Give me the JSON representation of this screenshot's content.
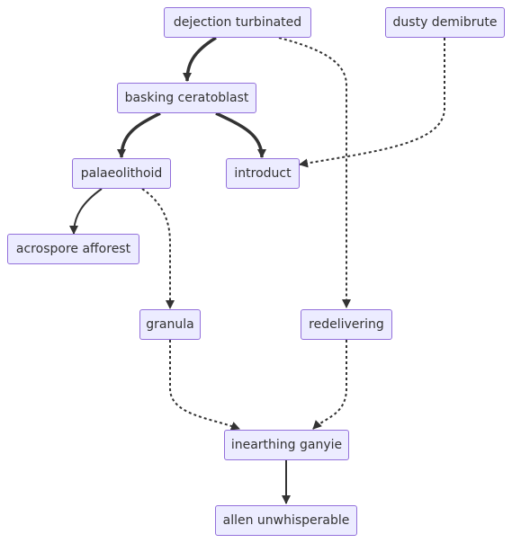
{
  "diagram": {
    "type": "flowchart",
    "colors": {
      "node_fill": "#ececff",
      "node_border": "#9370db",
      "edge": "#333333",
      "text": "#333333"
    },
    "nodes": [
      {
        "id": "dejection",
        "label": "dejection turbinated"
      },
      {
        "id": "dusty",
        "label": "dusty demibrute"
      },
      {
        "id": "basking",
        "label": "basking ceratoblast"
      },
      {
        "id": "palaeo",
        "label": "palaeolithoid"
      },
      {
        "id": "introduct",
        "label": "introduct"
      },
      {
        "id": "acrospore",
        "label": "acrospore afforest"
      },
      {
        "id": "granula",
        "label": "granula"
      },
      {
        "id": "redelivering",
        "label": "redelivering"
      },
      {
        "id": "inearthing",
        "label": "inearthing ganyie"
      },
      {
        "id": "allen",
        "label": "allen unwhisperable"
      }
    ],
    "edges": [
      {
        "from": "dejection",
        "to": "basking",
        "style": "thick"
      },
      {
        "from": "dejection",
        "to": "redelivering",
        "style": "dotted"
      },
      {
        "from": "dusty",
        "to": "introduct",
        "style": "dotted"
      },
      {
        "from": "basking",
        "to": "palaeo",
        "style": "thick"
      },
      {
        "from": "basking",
        "to": "introduct",
        "style": "thick"
      },
      {
        "from": "palaeo",
        "to": "acrospore",
        "style": "normal"
      },
      {
        "from": "palaeo",
        "to": "granula",
        "style": "dotted"
      },
      {
        "from": "granula",
        "to": "inearthing",
        "style": "dotted"
      },
      {
        "from": "redelivering",
        "to": "inearthing",
        "style": "dotted"
      },
      {
        "from": "inearthing",
        "to": "allen",
        "style": "normal"
      }
    ]
  }
}
